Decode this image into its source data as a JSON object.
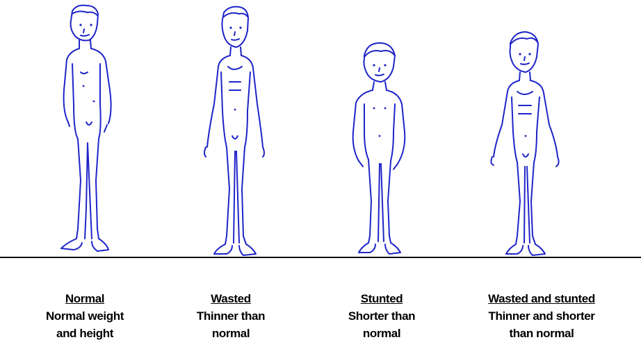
{
  "colors": {
    "figure_stroke": "#1e24c8",
    "ground_line": "#000000",
    "text": "#000000"
  },
  "figures": [
    {
      "id": "normal",
      "title": "Normal",
      "lines": [
        "Normal weight",
        "and height"
      ]
    },
    {
      "id": "wasted",
      "title": "Wasted",
      "lines": [
        "Thinner than",
        "normal"
      ]
    },
    {
      "id": "stunted",
      "title": "Stunted",
      "lines": [
        "Shorter than",
        "normal"
      ]
    },
    {
      "id": "both",
      "title": "Wasted and stunted",
      "lines": [
        "Thinner and shorter",
        "than normal"
      ]
    }
  ]
}
